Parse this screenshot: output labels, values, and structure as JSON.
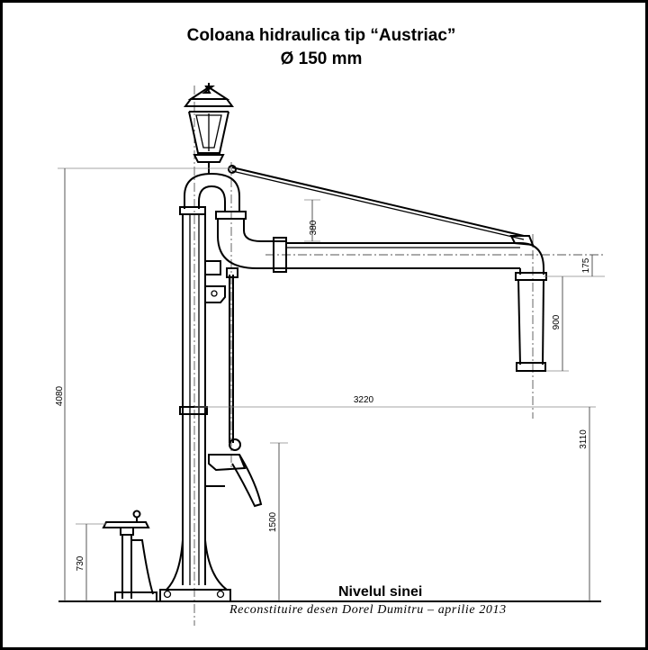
{
  "title": {
    "line1": "Coloana hidraulica tip “Austriac”",
    "line2": "Ø 150 mm"
  },
  "labels": {
    "rail_level": "Nivelul sinei",
    "credit": "Reconstituire desen Dorel Dumitru – aprilie 2013"
  },
  "dimensions": {
    "total_height": "4080",
    "arm_offset": "380",
    "spout_top": "175",
    "spout_length": "900",
    "arm_reach": "3220",
    "spout_height": "3110",
    "valve_height": "1500",
    "handwheel_height": "730"
  }
}
